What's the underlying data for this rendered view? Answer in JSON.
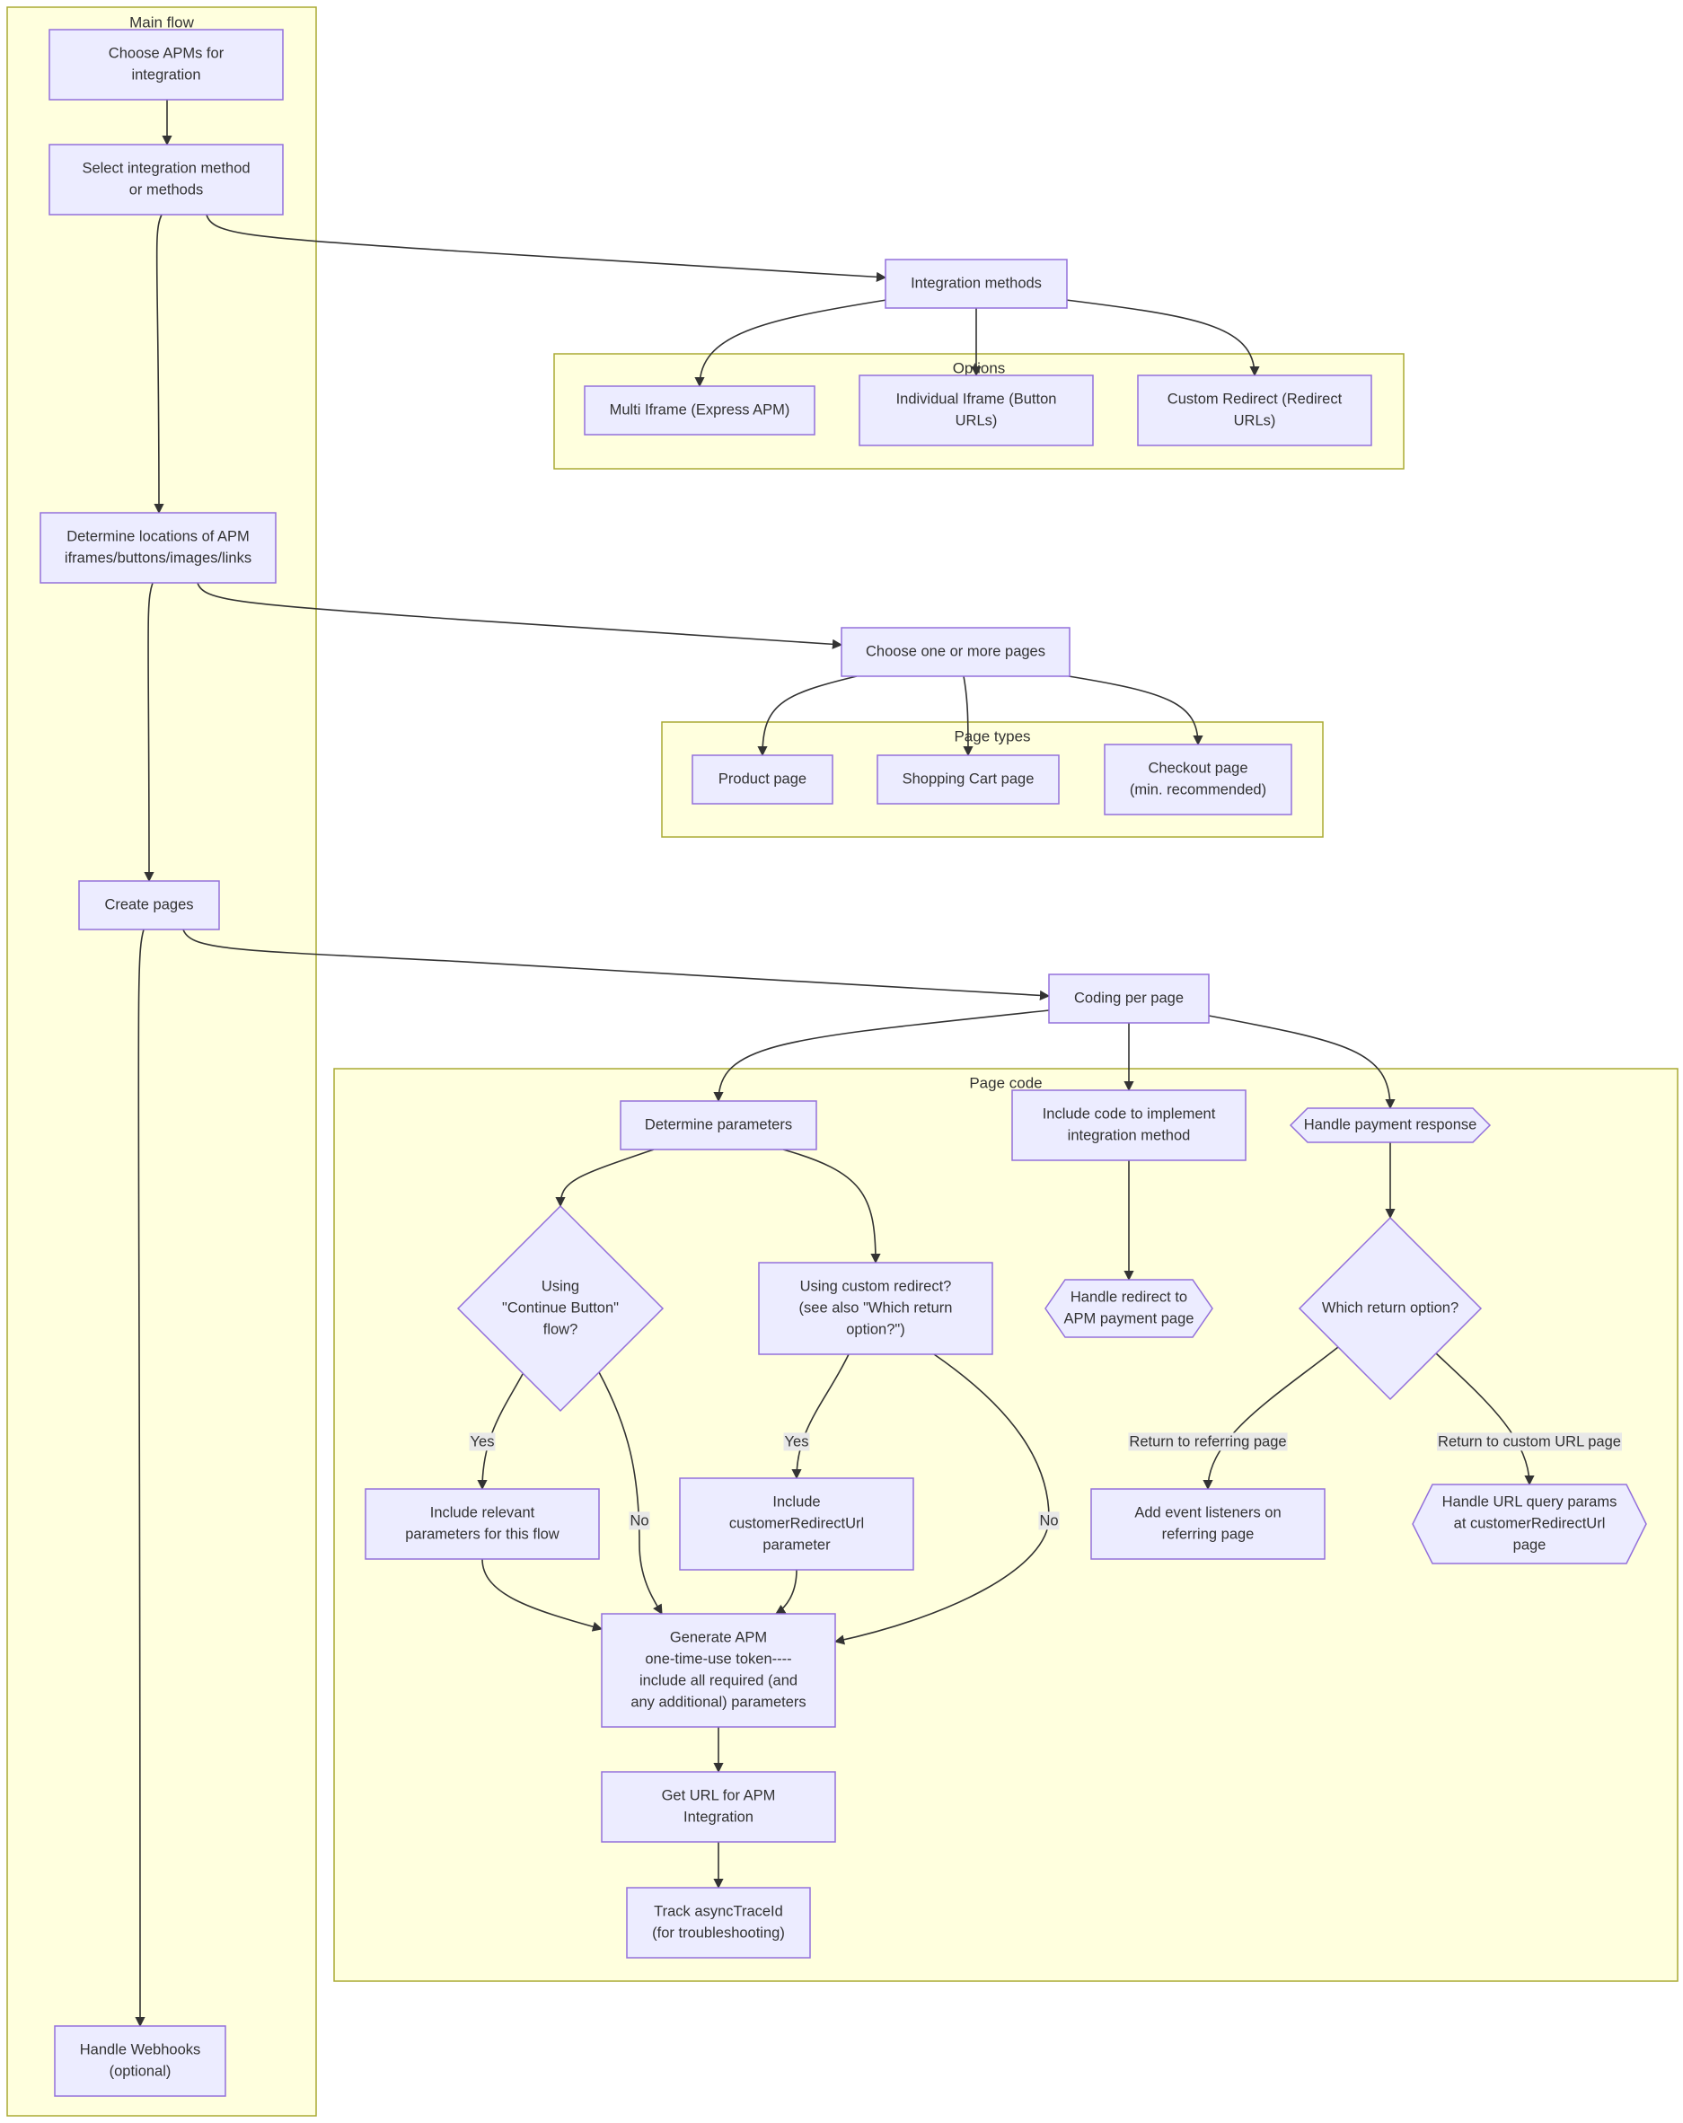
{
  "clusters": {
    "main_flow": "Main flow",
    "options": "Options",
    "page_types": "Page types",
    "page_code": "Page code"
  },
  "nodes": {
    "choose_apms": [
      "Choose APMs for",
      "integration"
    ],
    "select_method": [
      "Select integration method",
      "or methods"
    ],
    "integration_methods": [
      "Integration methods"
    ],
    "multi_iframe": [
      "Multi Iframe (Express APM)"
    ],
    "individual_iframe": [
      "Individual Iframe (Button",
      "URLs)"
    ],
    "custom_redirect": [
      "Custom Redirect (Redirect",
      "URLs)"
    ],
    "determine_locations": [
      "Determine locations of APM",
      "iframes/buttons/images/links"
    ],
    "choose_pages": [
      "Choose one or more pages"
    ],
    "product_page": [
      "Product page"
    ],
    "shopping_cart_page": [
      "Shopping Cart page"
    ],
    "checkout_page": [
      "Checkout page",
      "(min. recommended)"
    ],
    "create_pages": [
      "Create pages"
    ],
    "coding_per_page": [
      "Coding per page"
    ],
    "determine_parameters": [
      "Determine parameters"
    ],
    "include_code": [
      "Include code to implement",
      "integration method"
    ],
    "handle_payment_response": [
      "Handle payment response"
    ],
    "continue_button_decision": [
      "Using",
      "\"Continue Button\"",
      "flow?"
    ],
    "custom_redirect_decision": [
      "Using custom redirect?",
      "(see also \"Which return",
      "option?\")"
    ],
    "handle_redirect": [
      "Handle redirect to",
      "APM payment page"
    ],
    "which_return_decision": [
      "Which return option?"
    ],
    "include_relevant_params": [
      "Include relevant",
      "parameters for this flow"
    ],
    "include_customer_redirect": [
      "Include",
      "customerRedirectUrl",
      "parameter"
    ],
    "add_event_listeners": [
      "Add event listeners on",
      "referring page"
    ],
    "handle_url_query": [
      "Handle URL query params",
      "at customerRedirectUrl",
      "page"
    ],
    "generate_token": [
      "Generate APM",
      "one-time-use token----",
      "include all required (and",
      "any additional) parameters"
    ],
    "get_url": [
      "Get URL for APM",
      "Integration"
    ],
    "track_trace": [
      "Track asyncTraceId",
      "(for troubleshooting)"
    ],
    "handle_webhooks": [
      "Handle Webhooks",
      "(optional)"
    ]
  },
  "edge_labels": {
    "yes_continue": "Yes",
    "no_continue": "No",
    "yes_redirect": "Yes",
    "no_redirect": "No",
    "return_referring": "Return to referring page",
    "return_custom_url": "Return to custom URL page"
  },
  "colors": {
    "cluster_fill": "#ffffde",
    "cluster_stroke": "#aaaa33",
    "node_fill": "#ececff",
    "node_stroke": "#9370db",
    "edge": "#333333",
    "edge_label_bg": "#e8e8e8"
  }
}
